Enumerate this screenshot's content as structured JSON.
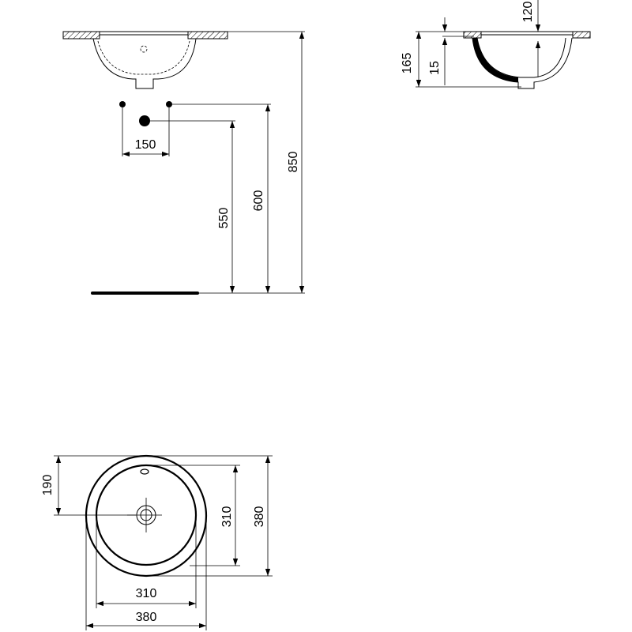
{
  "dimensions": {
    "front_tap_spacing": "150",
    "front_height_550": "550",
    "front_height_600": "600",
    "front_height_850": "850",
    "side_thickness": "120",
    "side_depth": "165",
    "side_rim": "15",
    "plan_drain_offset": "190",
    "plan_inner_height": "310",
    "plan_outer_height": "380",
    "plan_inner_width": "310",
    "plan_outer_width": "380"
  }
}
